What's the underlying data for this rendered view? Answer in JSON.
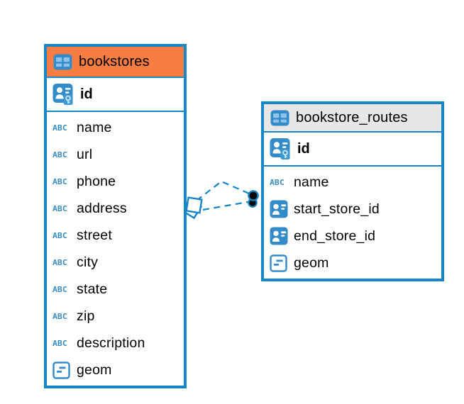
{
  "diagram": {
    "type": "entity-relationship",
    "colors": {
      "accent_blue": "#1786C9",
      "bookstores_header": "#F87D42",
      "bookstore_routes_header": "#E8E7E5",
      "icon_blue": "#338BC9",
      "icon_cell_light": "#8FC2E8",
      "text": "#000000",
      "background": "#FFFFFF"
    },
    "icons": {
      "table_icon": "table-grid",
      "pk_icon": "person-key",
      "ref_icon": "person-card",
      "text_icon_label": "ABC",
      "geometry_icon": "square-dashes"
    },
    "tables": [
      {
        "name": "bookstores",
        "header_style": "orange",
        "primary_key": {
          "name": "id",
          "icon": "person-key-icon"
        },
        "columns": [
          {
            "name": "name",
            "icon": "text-icon"
          },
          {
            "name": "url",
            "icon": "text-icon"
          },
          {
            "name": "phone",
            "icon": "text-icon"
          },
          {
            "name": "address",
            "icon": "text-icon"
          },
          {
            "name": "street",
            "icon": "text-icon"
          },
          {
            "name": "city",
            "icon": "text-icon"
          },
          {
            "name": "state",
            "icon": "text-icon"
          },
          {
            "name": "zip",
            "icon": "text-icon"
          },
          {
            "name": "description",
            "icon": "text-icon"
          },
          {
            "name": "geom",
            "icon": "geometry-icon"
          }
        ]
      },
      {
        "name": "bookstore_routes",
        "header_style": "gray",
        "primary_key": {
          "name": "id",
          "icon": "person-key-icon"
        },
        "columns": [
          {
            "name": "name",
            "icon": "text-icon"
          },
          {
            "name": "start_store_id",
            "icon": "reference-icon"
          },
          {
            "name": "end_store_id",
            "icon": "reference-icon"
          },
          {
            "name": "geom",
            "icon": "geometry-icon"
          }
        ]
      }
    ],
    "relationships": [
      {
        "from_table": "bookstore_routes",
        "to_table": "bookstores",
        "line_style": "dashed",
        "left_end_decoration": "white-diamond",
        "right_end_decoration": "filled-circle"
      },
      {
        "from_table": "bookstore_routes",
        "to_table": "bookstores",
        "line_style": "dashed",
        "left_end_decoration": "white-diamond",
        "right_end_decoration": "filled-circle"
      }
    ]
  }
}
